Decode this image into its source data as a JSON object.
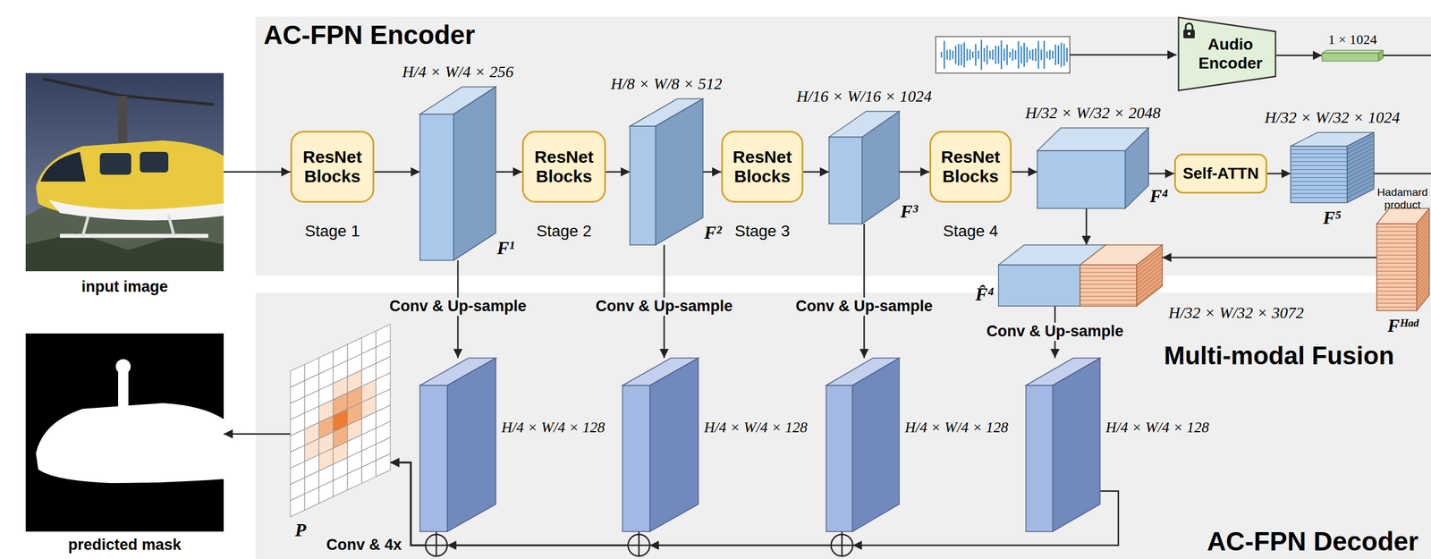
{
  "diagram": {
    "nodes": [
      {
        "text": [
          "AC-FPN Encoder"
        ]
      },
      {
        "text": [
          "input image"
        ]
      },
      {
        "text": [
          "ResNet Blocks",
          "Stage 1"
        ],
        "in": 0
      },
      {
        "text": [
          "H/4 × W/4 × 256",
          "F¹"
        ],
        "in": 0
      },
      {
        "text": [
          "ResNet Blocks",
          "Stage 2"
        ],
        "in": 0
      },
      {
        "text": [
          "H/8 × W/8 × 512",
          "F²"
        ],
        "in": 0
      },
      {
        "text": [
          "ResNet Blocks",
          "Stage 3"
        ],
        "in": 0
      },
      {
        "text": [
          "H/16 × W/16 × 1024",
          "F³"
        ],
        "in": 0
      },
      {
        "text": [
          "ResNet Blocks",
          "Stage 4"
        ],
        "in": 0
      },
      {
        "text": [
          "H/32 × W/32 × 2048",
          "F⁴"
        ],
        "in": 0
      },
      {
        "text": [
          "Audio Encoder"
        ],
        "in": 0
      },
      {
        "text": [
          "1 × 1024"
        ],
        "in": 0
      },
      {
        "text": [
          "Self-ATTN"
        ],
        "in": 0
      },
      {
        "text": [
          "H/32 × W/32 × 1024",
          "F⁵"
        ],
        "in": 0
      },
      {
        "text": [
          "H/32 × W/32 × 3072",
          "F̂⁴"
        ]
      },
      {
        "text": [
          "Fᴴᵃᵈ"
        ]
      },
      {
        "text": [
          "AC-FPN Decoder"
        ]
      },
      {
        "text": [
          "predicted mask"
        ]
      },
      {
        "text": [
          "P"
        ],
        "in": 16
      },
      {
        "text": [
          "H/4 × W/4 × 128"
        ],
        "in": 16
      },
      {
        "text": [
          "H/4 × W/4 × 128"
        ],
        "in": 16
      },
      {
        "text": [
          "H/4 × W/4 × 128"
        ],
        "in": 16
      },
      {
        "text": [
          "H/4 × W/4 × 128"
        ],
        "in": 16
      }
    ],
    "edges": [
      {
        "from": 1,
        "to": 2,
        "arrow": "to"
      },
      {
        "from": 2,
        "to": 3,
        "arrow": "to"
      },
      {
        "from": 3,
        "to": 4,
        "arrow": "to"
      },
      {
        "from": 4,
        "to": 5,
        "arrow": "to"
      },
      {
        "from": 5,
        "to": 6,
        "arrow": "to"
      },
      {
        "from": 6,
        "to": 7,
        "arrow": "to"
      },
      {
        "from": 7,
        "to": 8,
        "arrow": "to"
      },
      {
        "from": 8,
        "to": 9,
        "arrow": "to"
      },
      {
        "from": 9,
        "to": 12,
        "arrow": "to"
      },
      {
        "from": 12,
        "to": 13,
        "arrow": "to"
      },
      {
        "from": 9,
        "to": 14,
        "arrow": "to"
      },
      {
        "from": 15,
        "to": 14,
        "arrow": "to"
      },
      {
        "from": 10,
        "to": 11,
        "arrow": "to"
      },
      {
        "from": 3,
        "to": 19,
        "arrow": "to",
        "label": "Conv & Up-sample"
      },
      {
        "from": 5,
        "to": 20,
        "arrow": "to",
        "label": "Conv & Up-sample"
      },
      {
        "from": 7,
        "to": 21,
        "arrow": "to",
        "label": "Conv & Up-sample"
      },
      {
        "from": 14,
        "to": 22,
        "arrow": "to",
        "label": "Conv & Up-sample"
      },
      {
        "from": 19,
        "to": 18,
        "arrow": "to",
        "label": "Conv & 4x"
      },
      {
        "from": 20,
        "to": 18,
        "arrow": "to"
      },
      {
        "from": 21,
        "to": 18,
        "arrow": "to"
      },
      {
        "from": 22,
        "to": 18,
        "arrow": "to"
      },
      {
        "from": 18,
        "to": 17,
        "arrow": "to"
      }
    ],
    "labels": [
      "Hadamard product",
      "Multi-modal Fusion"
    ]
  }
}
